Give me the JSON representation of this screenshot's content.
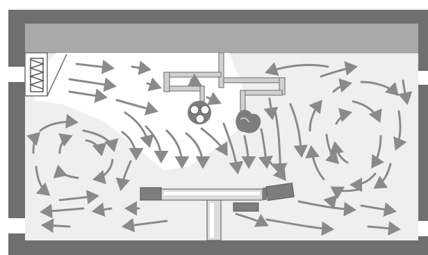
{
  "diagram": {
    "kind": "operating-room-airflow",
    "colors": {
      "wall": "#6f6f6f",
      "wall_edge": "#555555",
      "ceiling": "#a9a9a9",
      "room": "#efefef",
      "light_cone": "#ffffff",
      "arrow": "#8a8a8a",
      "fixture": "#7d7d7d",
      "fixture_light": "#d9d9d9"
    },
    "elements": [
      "outer-walls",
      "ceiling-plenum",
      "supply-air-diffuser",
      "surgical-light-left",
      "surgical-light-right",
      "operating-table",
      "left-vortex-arrows",
      "right-vortex-arrows",
      "downward-flow-arrows",
      "floor-exhaust-arrows"
    ]
  }
}
